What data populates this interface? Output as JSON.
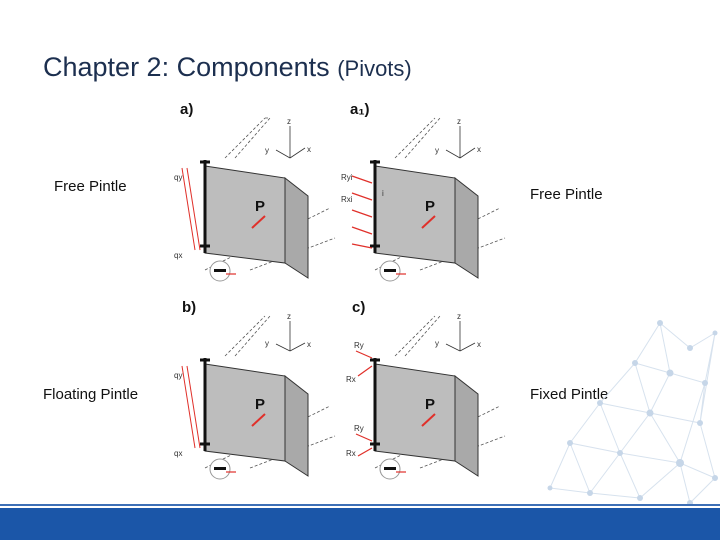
{
  "slide": {
    "title_main": "Chapter 2: Components",
    "title_sub": "(Pivots)"
  },
  "labels": {
    "free_pintle_left": "Free Pintle",
    "free_pintle_right": "Free Pintle",
    "floating_pintle": "Floating Pintle",
    "fixed_pintle": "Fixed Pintle"
  },
  "panels": [
    {
      "id": "a",
      "label": "a)",
      "left_labels": [
        "qy",
        "qx"
      ],
      "force": "P",
      "axes": [
        "z",
        "y",
        "x"
      ]
    },
    {
      "id": "a1",
      "label": "a₁)",
      "left_labels": [
        "Ryi",
        "Rxi"
      ],
      "mid_label": "i",
      "force": "P",
      "axes": [
        "z",
        "y",
        "x"
      ]
    },
    {
      "id": "b",
      "label": "b)",
      "left_labels": [
        "qy",
        "qx"
      ],
      "force": "P",
      "axes": [
        "z",
        "y",
        "x"
      ]
    },
    {
      "id": "c",
      "label": "c)",
      "left_labels": [
        "Ry",
        "Rx",
        "Ry",
        "Rx"
      ],
      "force": "P",
      "axes": [
        "z",
        "y",
        "x"
      ]
    }
  ],
  "colors": {
    "accent_blue": "#1b56a8",
    "force_red": "#e0302a",
    "plate_gray": "#bdbdbd"
  }
}
